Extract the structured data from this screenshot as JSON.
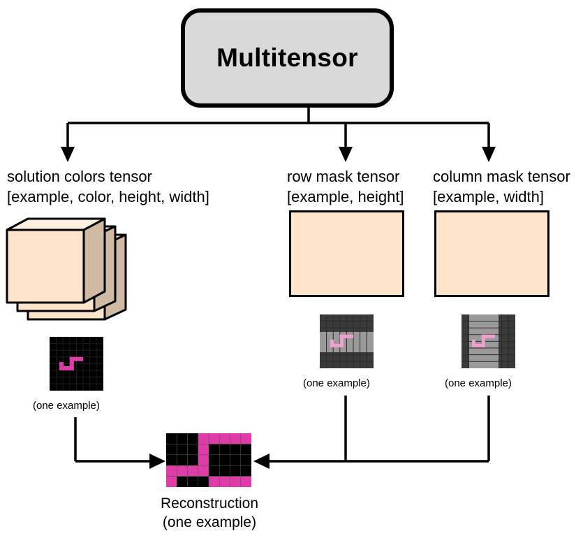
{
  "title": "Multitensor",
  "branches": [
    {
      "name": "solution colors tensor",
      "dims": "[example, color, height, width]"
    },
    {
      "name": "row mask tensor",
      "dims": "[example, height]"
    },
    {
      "name": "column mask tensor",
      "dims": "[example, width]"
    }
  ],
  "captions": {
    "solution": "(one example)",
    "row": "(one example)",
    "column": "(one example)"
  },
  "reconstruction": {
    "title": "Reconstruction",
    "subtitle": "(one example)"
  },
  "colors": {
    "box_fill": "#d9d9d9",
    "tensor_front": "#ffe4cc",
    "tensor_side": "#d0baa4",
    "tensor_top": "#fff0e0",
    "pattern_magenta": "#e03ca8",
    "pattern_pink": "#f0a0d0",
    "grid_dark": "#222222"
  }
}
